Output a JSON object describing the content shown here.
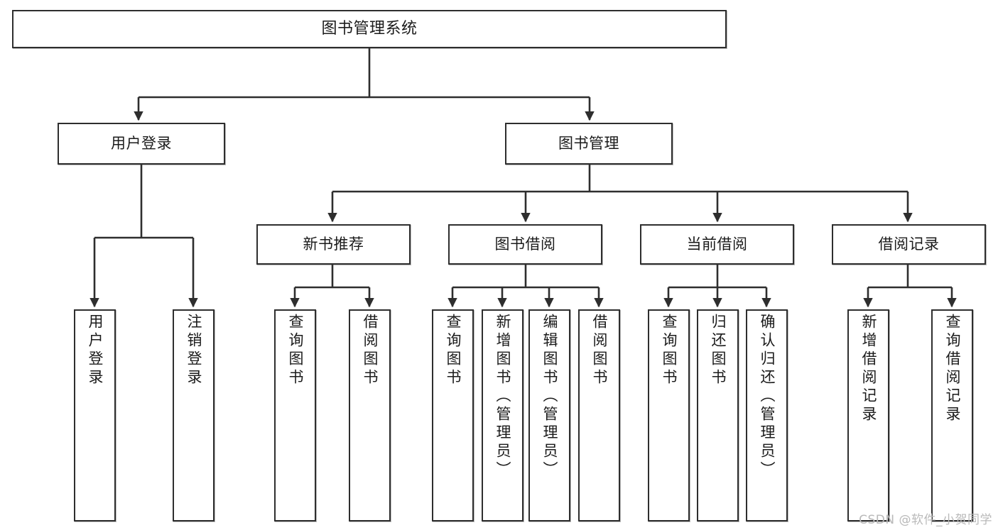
{
  "diagram": {
    "title": "图书管理系统",
    "type": "tree-hierarchy",
    "watermark": "CSDN @软件_小贺同学",
    "colors": {
      "stroke": "#2e2e2e",
      "fill": "#ffffff",
      "text": "#1b1b1b",
      "watermark": "#b9b9b9"
    },
    "levels": {
      "root": {
        "label": "图书管理系统"
      },
      "level2": [
        {
          "id": "user-login",
          "label": "用户登录"
        },
        {
          "id": "book-manage",
          "label": "图书管理"
        }
      ],
      "level3": [
        {
          "id": "new-book-rec",
          "label": "新书推荐"
        },
        {
          "id": "book-borrow",
          "label": "图书借阅"
        },
        {
          "id": "current-borrow",
          "label": "当前借阅"
        },
        {
          "id": "borrow-record",
          "label": "借阅记录"
        }
      ],
      "leaves": {
        "user-login": [
          {
            "id": "leaf-user-login",
            "label": "用户登录"
          },
          {
            "id": "leaf-user-logout",
            "label": "注销登录"
          }
        ],
        "new-book-rec": [
          {
            "id": "leaf-query-book-1",
            "label": "查询图书"
          },
          {
            "id": "leaf-borrow-book-1",
            "label": "借阅图书"
          }
        ],
        "book-borrow": [
          {
            "id": "leaf-query-book-2",
            "label": "查询图书"
          },
          {
            "id": "leaf-add-book",
            "label": "新增图书（管理员）"
          },
          {
            "id": "leaf-edit-book",
            "label": "编辑图书（管理员）"
          },
          {
            "id": "leaf-borrow-book-2",
            "label": "借阅图书"
          }
        ],
        "current-borrow": [
          {
            "id": "leaf-query-book-3",
            "label": "查询图书"
          },
          {
            "id": "leaf-return-book",
            "label": "归还图书"
          },
          {
            "id": "leaf-confirm-return",
            "label": "确认归还（管理员）"
          }
        ],
        "borrow-record": [
          {
            "id": "leaf-add-record",
            "label": "新增借阅记录"
          },
          {
            "id": "leaf-query-record",
            "label": "查询借阅记录"
          }
        ]
      }
    }
  }
}
